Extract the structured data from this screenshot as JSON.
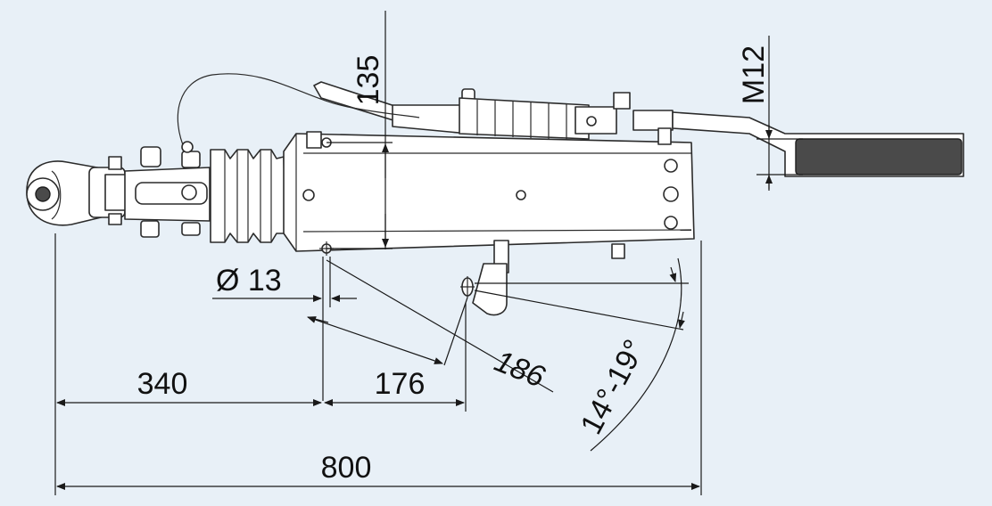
{
  "dimensions": {
    "height_135": "135",
    "thread_m12": "M12",
    "hole_diameter": "Ø 13",
    "length_340": "340",
    "length_176": "176",
    "length_186": "186",
    "angle_range": "14°-19°",
    "length_800": "800"
  },
  "colors": {
    "background": "#e8f0f7",
    "line": "#1a1a1a",
    "part_fill": "#ffffff"
  }
}
